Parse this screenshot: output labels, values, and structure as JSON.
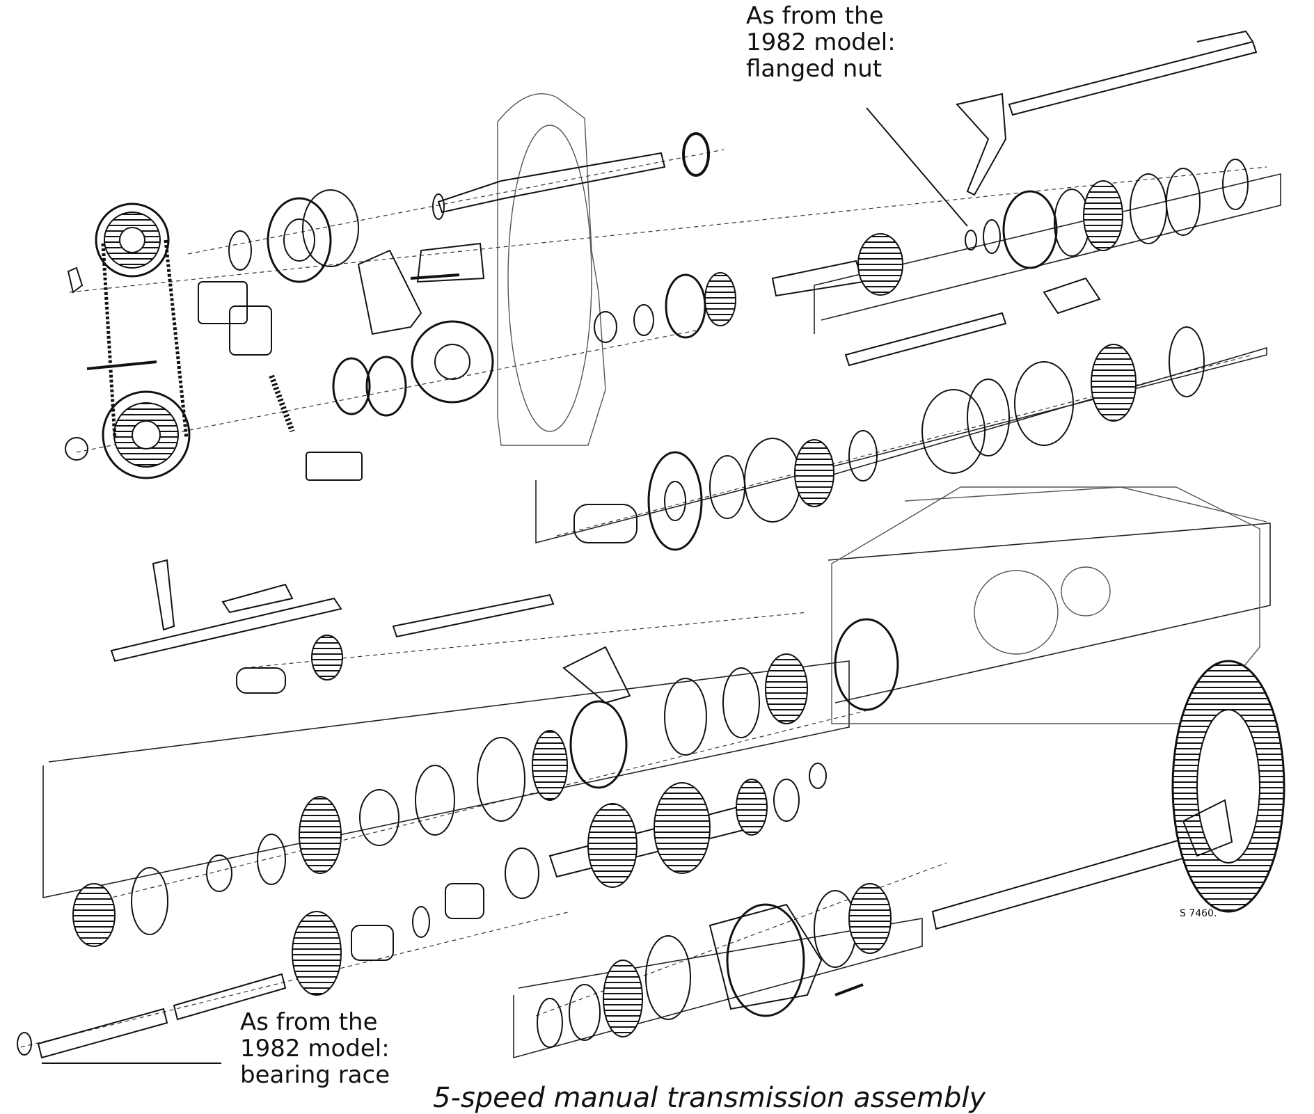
{
  "annotations": {
    "top_note": [
      "As from the",
      "1982 model:",
      "flanged nut"
    ],
    "bottom_note": [
      "As from the",
      "1982 model:",
      "bearing race"
    ]
  },
  "caption": "5-speed manual transmission assembly",
  "ref_code": "S 7460."
}
